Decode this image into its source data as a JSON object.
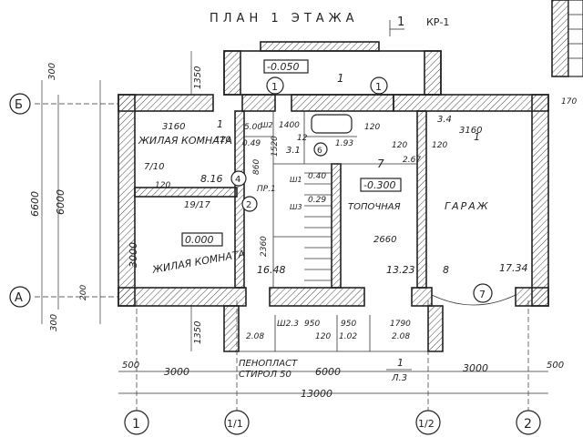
{
  "title": "ПЛАН 1 ЭТАЖА",
  "sheet_code": "КР-1",
  "section_mark": "1",
  "levels": {
    "entrance": "-0.050",
    "main": "0.000",
    "garage": "-0.300"
  },
  "rooms": [
    {
      "name": "ЖИЛАЯ КОМНАТА",
      "area": "8.16",
      "number": "1"
    },
    {
      "name": "ЖИЛАЯ КОМНАТА",
      "area": "16.48"
    },
    {
      "name": "ТОПОЧНАЯ",
      "area": "13.23",
      "number": "7"
    },
    {
      "name": "ГАРАЖ",
      "area": "17.34",
      "number": "1"
    }
  ],
  "axes": {
    "row_top": "Б",
    "row_bottom": "А",
    "columns": [
      "1",
      "1/1",
      "1/2",
      "2"
    ],
    "circled": [
      "1",
      "1",
      "2",
      "4",
      "7",
      "6"
    ]
  },
  "dimensions": {
    "left": [
      "300",
      "1350",
      "6600",
      "6000",
      "3000",
      "200",
      "300",
      "1350"
    ],
    "bottom": [
      "500",
      "3000",
      "6000",
      "3000",
      "500",
      "13000"
    ],
    "interior": [
      "3160",
      "3160",
      "2660",
      "1790",
      "950",
      "950",
      "1400",
      "1520",
      "860",
      "2360",
      "120",
      "120",
      "120",
      "120",
      "120",
      "120",
      "170",
      "3.4",
      "2.67",
      "19/17",
      "7/10",
      "8",
      "2.08",
      "2.08",
      "1.02",
      "1.93",
      "0.49",
      "0.40",
      "0.29",
      "3.1",
      "5.00",
      "12"
    ]
  },
  "notes": [
    "ПЕНОПЛАСТ",
    "СТИРОЛ 50"
  ],
  "section_ref": {
    "mark": "1",
    "sheet": "Л.3"
  },
  "aux_labels": [
    "ПР.1",
    "Ш2",
    "Ш1",
    "Ш3",
    "Ш2.3"
  ]
}
